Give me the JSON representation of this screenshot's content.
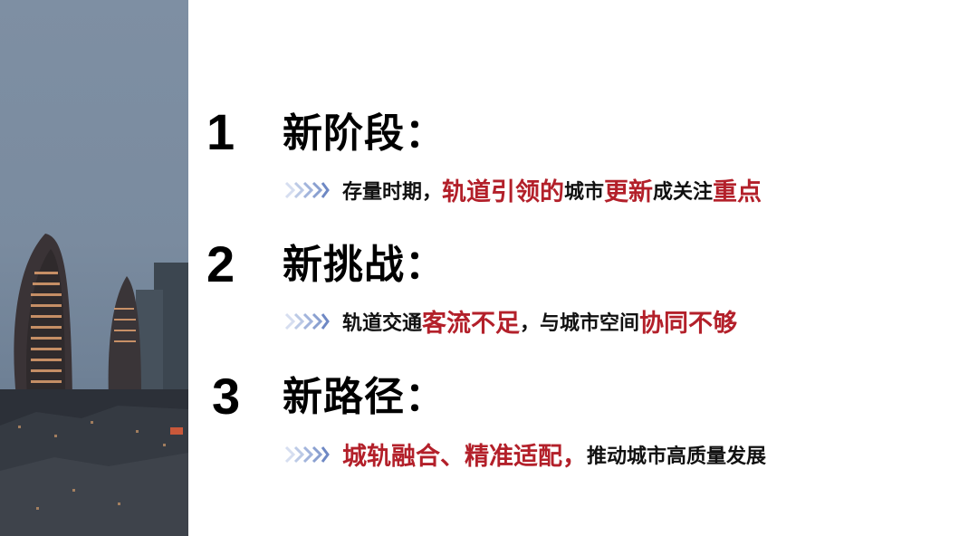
{
  "colors": {
    "highlight": "#b3202a",
    "text": "#111111",
    "arrow": "#8aa0c8"
  },
  "left_image": {
    "description_icon": "city-skyline-photo"
  },
  "sections": [
    {
      "number": "1",
      "title": "新阶段：",
      "segments": [
        {
          "text": "存量时期，",
          "highlight": false
        },
        {
          "text": "轨道引领的",
          "highlight": true
        },
        {
          "text": "城市",
          "highlight": false
        },
        {
          "text": "更新",
          "highlight": true
        },
        {
          "text": "成关注",
          "highlight": false
        },
        {
          "text": "重点",
          "highlight": true
        }
      ]
    },
    {
      "number": "2",
      "title": "新挑战：",
      "segments": [
        {
          "text": "轨道交通",
          "highlight": false
        },
        {
          "text": "客流不足",
          "highlight": true
        },
        {
          "text": "，与城市空间",
          "highlight": false
        },
        {
          "text": "协同不够",
          "highlight": true
        }
      ]
    },
    {
      "number": "3",
      "title": "新路径：",
      "segments": [
        {
          "text": "城轨融合、精准适配，",
          "highlight": true
        },
        {
          "text": "推动城市高质量发展",
          "highlight": false
        }
      ]
    }
  ]
}
